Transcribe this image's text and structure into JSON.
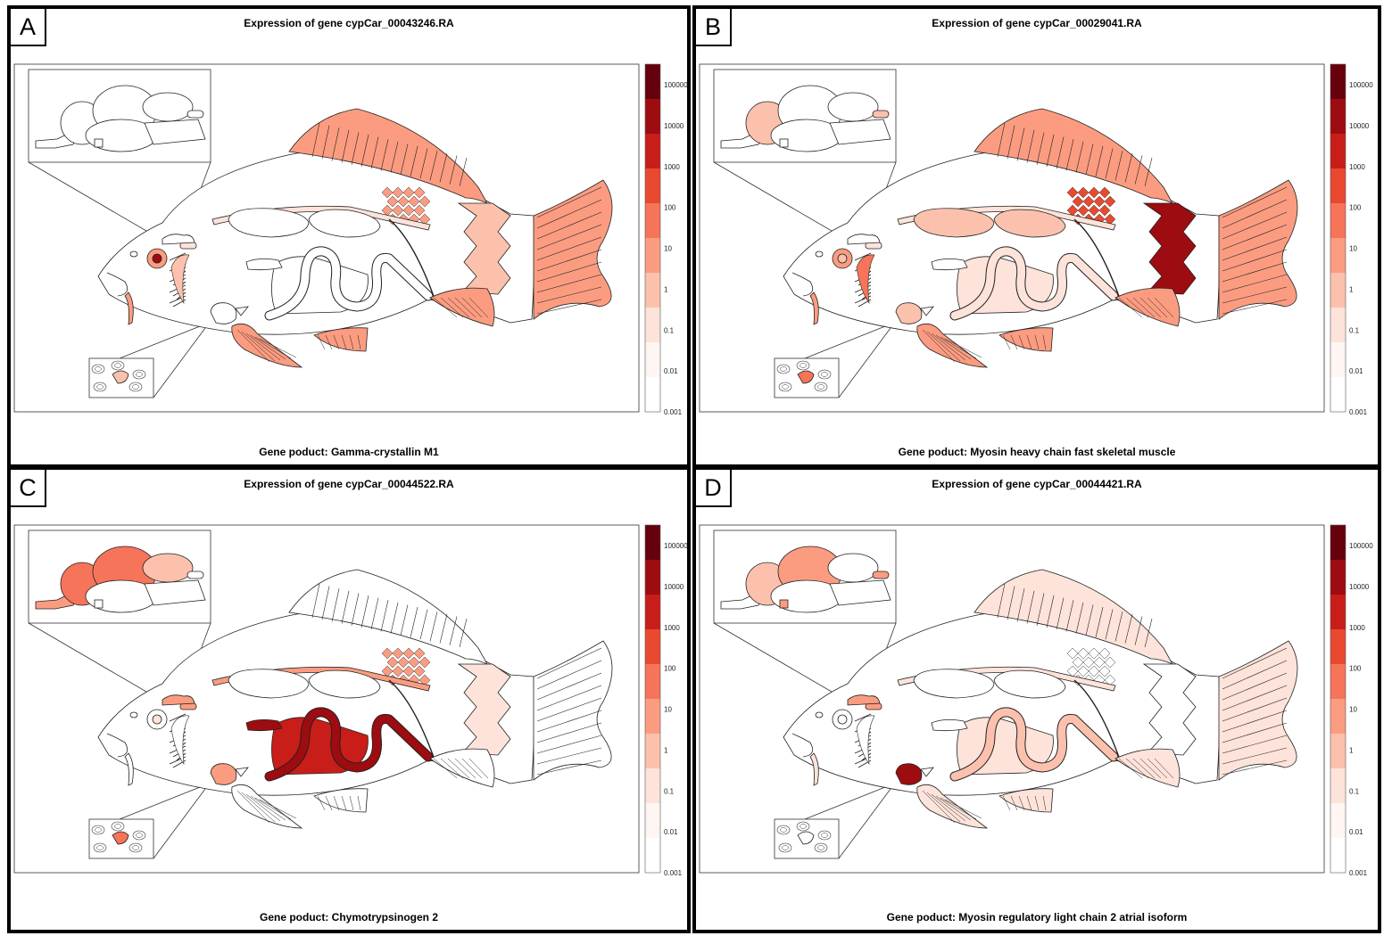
{
  "legend": {
    "ticks": [
      "100000",
      "10000",
      "1000",
      "100",
      "10",
      "1",
      "0.1",
      "0.01",
      "0.001"
    ],
    "colors": [
      "#ffffff",
      "#fff6f3",
      "#fde3da",
      "#fcc1ad",
      "#fb9c81",
      "#f6745a",
      "#e8492f",
      "#c91d19",
      "#9d0c10",
      "#67000d"
    ]
  },
  "panels": [
    {
      "letter": "A",
      "title": "Expression of gene cypCar_00043246.RA",
      "subtitle": "Gene poduct: Gamma-crystallin M1",
      "tissues": {
        "dorsal_fin": 4,
        "caudal_fin": 4,
        "pectoral_fin": 4,
        "pelvic_fin": 4,
        "anal_fin": 4,
        "scales": 4,
        "muscle": 3,
        "eye": 8,
        "eye_ring": 4,
        "gills": 3,
        "barbel": 4,
        "skin_pad": 2,
        "kidney": 2,
        "swim_bladder": 0,
        "intestine": 0,
        "liver": 0,
        "heart": 0,
        "spleen": 0,
        "brain_ob": 0,
        "brain_tel": 0,
        "brain_tec": 0,
        "brain_cb": 0,
        "pituitary": 0,
        "brain_hb": 0,
        "head_kidney": 0,
        "ovary_cell": 3
      }
    },
    {
      "letter": "B",
      "title": "Expression of gene cypCar_00029041.RA",
      "subtitle": "Gene poduct: Myosin heavy chain fast skeletal muscle",
      "tissues": {
        "dorsal_fin": 4,
        "caudal_fin": 4,
        "pectoral_fin": 4,
        "pelvic_fin": 4,
        "anal_fin": 4,
        "scales": 6,
        "muscle": 8,
        "eye": 3,
        "eye_ring": 4,
        "gills": 5,
        "barbel": 4,
        "skin_pad": 2,
        "kidney": 2,
        "swim_bladder": 3,
        "intestine": 2,
        "liver": 2,
        "heart": 3,
        "spleen": 0,
        "brain_ob": 0,
        "brain_tel": 3,
        "brain_tec": 0,
        "brain_cb": 0,
        "pituitary": 0,
        "brain_hb": 3,
        "head_kidney": 0,
        "ovary_cell": 5
      }
    },
    {
      "letter": "C",
      "title": "Expression of gene cypCar_00044522.RA",
      "subtitle": "Gene poduct: Chymotrypsinogen 2",
      "tissues": {
        "dorsal_fin": 0,
        "caudal_fin": 0,
        "pectoral_fin": 0,
        "pelvic_fin": 0,
        "anal_fin": 0,
        "scales": 4,
        "muscle": 2,
        "eye": 2,
        "eye_ring": 0,
        "gills": 0,
        "barbel": 0,
        "skin_pad": 4,
        "kidney": 4,
        "swim_bladder": 0,
        "intestine": 8,
        "liver": 7,
        "heart": 4,
        "spleen": 8,
        "brain_ob": 4,
        "brain_tel": 5,
        "brain_tec": 5,
        "brain_cb": 3,
        "pituitary": 0,
        "brain_hb": 0,
        "head_kidney": 4,
        "ovary_cell": 5
      }
    },
    {
      "letter": "D",
      "title": "Expression of gene cypCar_00044421.RA",
      "subtitle": "Gene poduct: Myosin regulatory light chain 2 atrial isoform",
      "tissues": {
        "dorsal_fin": 2,
        "caudal_fin": 2,
        "pectoral_fin": 2,
        "pelvic_fin": 2,
        "anal_fin": 2,
        "scales": 0,
        "muscle": 0,
        "eye": 0,
        "eye_ring": 0,
        "gills": 0,
        "barbel": 2,
        "skin_pad": 4,
        "kidney": 2,
        "swim_bladder": 0,
        "intestine": 3,
        "liver": 2,
        "heart": 8,
        "spleen": 0,
        "brain_ob": 0,
        "brain_tel": 3,
        "brain_tec": 4,
        "brain_cb": 0,
        "pituitary": 4,
        "brain_hb": 4,
        "head_kidney": 4,
        "ovary_cell": 0
      }
    }
  ]
}
